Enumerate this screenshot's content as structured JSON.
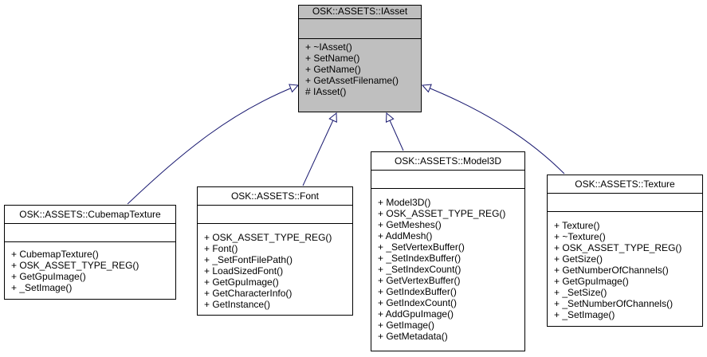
{
  "diagram": {
    "base_class": {
      "title": "OSK::ASSETS::IAsset",
      "members": [
        "+ ~IAsset()",
        "+ SetName()",
        "+ GetName()",
        "+ GetAssetFilename()",
        "# IAsset()"
      ]
    },
    "derived_classes": [
      {
        "id": "cubemap",
        "title": "OSK::ASSETS::CubemapTexture",
        "members": [
          "+ CubemapTexture()",
          "+ OSK_ASSET_TYPE_REG()",
          "+ GetGpuImage()",
          "+ _SetImage()"
        ]
      },
      {
        "id": "font",
        "title": "OSK::ASSETS::Font",
        "members": [
          "+ OSK_ASSET_TYPE_REG()",
          "+ Font()",
          "+ _SetFontFilePath()",
          "+ LoadSizedFont()",
          "+ GetGpuImage()",
          "+ GetCharacterInfo()",
          "+ GetInstance()"
        ]
      },
      {
        "id": "model3d",
        "title": "OSK::ASSETS::Model3D",
        "members": [
          "+ Model3D()",
          "+ OSK_ASSET_TYPE_REG()",
          "+ GetMeshes()",
          "+ AddMesh()",
          "+ _SetVertexBuffer()",
          "+ _SetIndexBuffer()",
          "+ _SetIndexCount()",
          "+ GetVertexBuffer()",
          "+ GetIndexBuffer()",
          "+ GetIndexCount()",
          "+ AddGpuImage()",
          "+ GetImage()",
          "+ GetMetadata()"
        ]
      },
      {
        "id": "texture",
        "title": "OSK::ASSETS::Texture",
        "members": [
          "+ Texture()",
          "+ ~Texture()",
          "+ OSK_ASSET_TYPE_REG()",
          "+ GetSize()",
          "+ GetNumberOfChannels()",
          "+ GetGpuImage()",
          "+ _SetSize()",
          "+ _SetNumberOfChannels()",
          "+ _SetImage()"
        ]
      }
    ],
    "colors": {
      "edge": "#191970",
      "base_fill": "#bfbfbf",
      "box_fill": "#ffffff",
      "border": "#000000"
    }
  }
}
